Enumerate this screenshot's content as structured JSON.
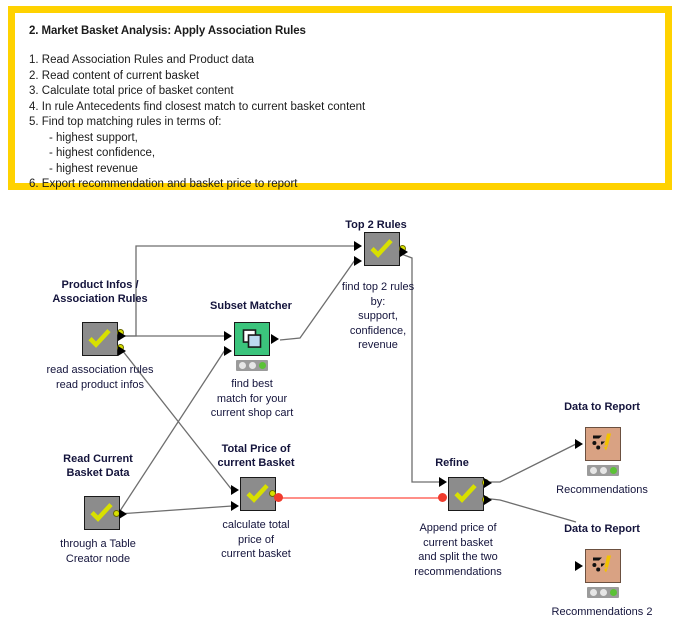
{
  "description": {
    "title": "2. Market Basket Analysis: Apply Association Rules",
    "steps": [
      "1. Read Association Rules and Product data",
      "2. Read content of current basket",
      "3. Calculate total price of basket content",
      "4. In rule Antecedents find closest match to current basket content",
      "5. Find top matching rules in terms of:",
      "- highest support,",
      "- highest confidence,",
      "- highest revenue",
      "6. Export recommendation and basket price to report"
    ],
    "border_color": "#FFD200"
  },
  "workflow": {
    "nodes": {
      "product_infos": {
        "title_line1": "Product Infos /",
        "title_line2": "Association Rules",
        "sub_line1": "read association rules",
        "sub_line2": "read product infos",
        "icon": "checkmark-icon",
        "box_color": "#8c8c8c",
        "status": null
      },
      "subset_matcher": {
        "title_line1": "Subset Matcher",
        "sub_line1": "find best",
        "sub_line2": "match for your",
        "sub_line3": "current shop cart",
        "icon": "subset-squares-icon",
        "box_color": "#3bc47c",
        "status": [
          "gray",
          "gray",
          "green"
        ]
      },
      "top_2_rules": {
        "title_line1": "Top 2 Rules",
        "sub_line1": "find top 2 rules",
        "sub_line2": "by:",
        "sub_line3": "support,",
        "sub_line4": "confidence,",
        "sub_line5": "revenue",
        "icon": "checkmark-icon",
        "box_color": "#8c8c8c",
        "status": null
      },
      "read_current_basket": {
        "title_line1": "Read Current",
        "title_line2": "Basket Data",
        "sub_line1": "through a Table",
        "sub_line2": "Creator node",
        "icon": "checkmark-icon",
        "box_color": "#8c8c8c",
        "status": null
      },
      "total_price": {
        "title_line1": "Total Price of",
        "title_line2": "current Basket",
        "sub_line1": "calculate total",
        "sub_line2": "price of",
        "sub_line3": "current basket",
        "icon": "checkmark-icon",
        "box_color": "#8c8c8c",
        "status": null
      },
      "refine": {
        "title_line1": "Refine",
        "sub_line1": "Append price of",
        "sub_line2": "current basket",
        "sub_line3": "and split the two",
        "sub_line4": "recommendations",
        "icon": "checkmark-icon",
        "box_color": "#8c8c8c",
        "status": null
      },
      "data_to_report_1": {
        "title_line1": "Data to Report",
        "sub_line1": "Recommendations",
        "icon": "data-to-report-icon",
        "box_color": "#d9a283",
        "status": [
          "gray",
          "gray",
          "green"
        ]
      },
      "data_to_report_2": {
        "title_line1": "Data to Report",
        "sub_line1": "Recommendations 2",
        "icon": "data-to-report-icon",
        "box_color": "#d9a283",
        "status": [
          "gray",
          "gray",
          "green"
        ]
      }
    },
    "colors": {
      "wire": "#6e6e6e",
      "wire_red": "#ff6a60",
      "port_yellow": "#d8e000",
      "port_red": "#f03b2d",
      "label_text": "#14143c"
    }
  }
}
